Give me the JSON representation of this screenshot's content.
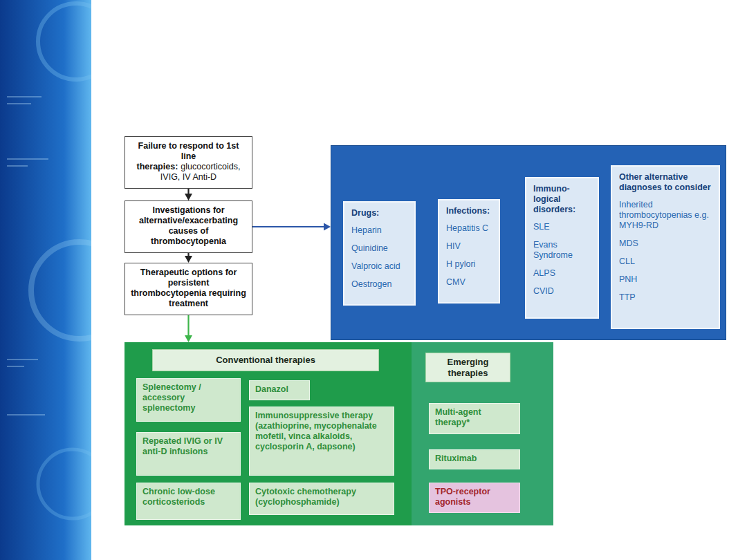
{
  "diagram": {
    "nodes": [
      {
        "text": [
          "Failure to respond to 1st line therapies:",
          "glucocorticoids, IVIG, IV Anti-D"
        ]
      },
      {
        "text": [
          "Investigations for alternative/exacerbating causes of thrombocytopenia"
        ]
      },
      {
        "text": [
          "Therapeutic options for persistent thrombocytopenia requiring treatment"
        ]
      },
      {
        "text": []
      },
      {
        "text": [
          "Drugs:",
          "Heparin",
          "Quinidine",
          "Valproic acid",
          "Oestrogen"
        ],
        "in": 3
      },
      {
        "text": [
          "Infections:",
          "Hepatitis C",
          "HIV",
          "H pylori",
          "CMV"
        ],
        "in": 3
      },
      {
        "text": [
          "Immuno- logical disorders:",
          "SLE",
          "Evans Syndrome",
          "ALPS",
          "CVID"
        ],
        "in": 3
      },
      {
        "text": [
          "Other alternative diagnoses to consider",
          "Inherited thrombocytopenias e.g. MYH9-RD",
          "MDS",
          "CLL",
          "PNH",
          "TTP"
        ],
        "in": 3
      },
      {
        "text": []
      },
      {
        "text": [
          "Conventional therapies"
        ],
        "in": 8
      },
      {
        "text": [
          "Splenectomy / accessory splenectomy"
        ],
        "in": 9
      },
      {
        "text": [
          "Repeated IVIG or IV anti-D infusions"
        ],
        "in": 9
      },
      {
        "text": [
          "Chronic low-dose corticosteriods"
        ],
        "in": 9
      },
      {
        "text": [
          "Danazol"
        ],
        "in": 9
      },
      {
        "text": [
          "Immunosuppressive therapy (azathioprine, mycophenalate mofetil, vinca alkaloids, cyclosporin A, dapsone)"
        ],
        "in": 9
      },
      {
        "text": [
          "Cytotoxic chemotherapy (cyclophosphamide)"
        ],
        "in": 9
      },
      {
        "text": [
          "Emerging therapies"
        ],
        "in": 8
      },
      {
        "text": [
          "Multi-agent therapy*"
        ],
        "in": 16
      },
      {
        "text": [
          "Rituximab"
        ],
        "in": 16
      },
      {
        "text": [
          "TPO-receptor agonists"
        ],
        "in": 16
      }
    ],
    "edges": [
      {
        "from": 0,
        "to": 1,
        "arrow": "to"
      },
      {
        "from": 1,
        "to": 2,
        "arrow": "to"
      },
      {
        "from": 1,
        "to": 3,
        "arrow": "to"
      },
      {
        "from": 2,
        "to": 8,
        "arrow": "to"
      }
    ]
  }
}
